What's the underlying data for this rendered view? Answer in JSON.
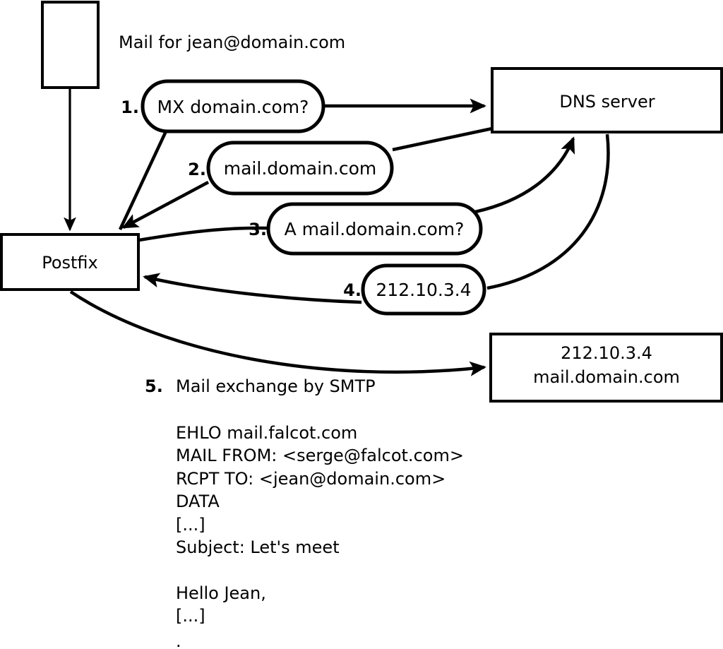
{
  "diagram": {
    "title_text": "Mail for jean@domain.com",
    "nodes": [
      {
        "id": "sender",
        "label": "",
        "name": "sender-box"
      },
      {
        "id": "postfix",
        "label": "Postfix",
        "name": "postfix-box"
      },
      {
        "id": "dns",
        "label": "DNS server",
        "name": "dns-server-box"
      },
      {
        "id": "mailserver",
        "label_line1": "212.10.3.4",
        "label_line2": "mail.domain.com",
        "name": "mail-server-box"
      }
    ],
    "steps": [
      {
        "num": "1.",
        "label": "MX domain.com?"
      },
      {
        "num": "2.",
        "label": "mail.domain.com"
      },
      {
        "num": "3.",
        "label": "A mail.domain.com?"
      },
      {
        "num": "4.",
        "label": "212.10.3.4"
      }
    ],
    "step5": {
      "num": "5.",
      "label": "Mail exchange by SMTP"
    },
    "smtp_transcript": [
      "EHLO mail.falcot.com",
      "MAIL FROM: <serge@falcot.com>",
      "RCPT TO: <jean@domain.com>",
      "DATA",
      "[...]",
      "Subject: Let's meet",
      "",
      "Hello Jean,",
      "[...]",
      "",
      "."
    ],
    "colors": {
      "stroke": "#000000",
      "fill": "#ffffff",
      "text": "#000000"
    }
  }
}
